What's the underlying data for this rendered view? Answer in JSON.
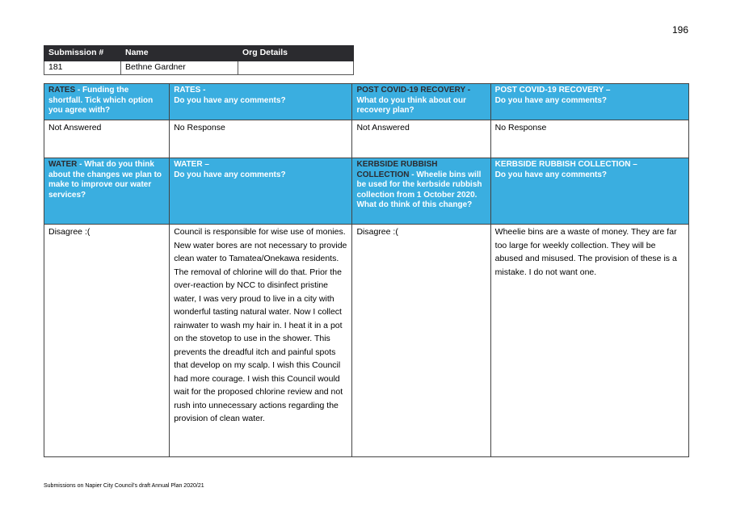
{
  "page_number": "196",
  "submission_table": {
    "headers": [
      "Submission #",
      "Name",
      "Org Details"
    ],
    "values": [
      "181",
      "Bethne Gardner",
      ""
    ]
  },
  "questions": {
    "rates_funding": {
      "topic": "RATES",
      "question": " - Funding the shortfall. Tick which option you agree with?"
    },
    "rates_comments": {
      "topic": "RATES -",
      "question": "Do you have any comments?"
    },
    "covid_think": {
      "topic": "POST COVID-19 RECOVERY -",
      "question": "What do you think about our recovery plan?"
    },
    "covid_comments": {
      "topic": "POST COVID-19 RECOVERY –",
      "question": "Do you have any comments?"
    },
    "water_think": {
      "topic": "WATER",
      "question": " - What do you think about the changes we plan to make to improve our water services?"
    },
    "water_comments": {
      "topic": "WATER –",
      "question": "Do you have any comments?"
    },
    "kerbside_think": {
      "topic": "KERBSIDE RUBBISH COLLECTION",
      "question": " - Wheelie bins will be used for the kerbside rubbish collection from 1 October 2020. What do think of this change?"
    },
    "kerbside_comments": {
      "topic": "KERBSIDE RUBBISH COLLECTION –",
      "question": "Do you have any comments?"
    }
  },
  "answers": {
    "rates_funding": "Not Answered",
    "rates_comments": "No Response",
    "covid_think": "Not Answered",
    "covid_comments": "No Response",
    "water_think": "Disagree :(",
    "water_comments": "Council is responsible for wise use of monies. New water bores are not necessary to provide clean water to Tamatea/Onekawa residents. The removal of chlorine will do that. Prior the over-reaction by NCC to disinfect pristine water, I was very proud to live in a city with wonderful tasting natural water. Now I collect rainwater to wash my hair in. I heat it in a pot on the stovetop to use in the shower. This prevents the dreadful itch and painful spots that develop on my scalp.  I wish this Council had more courage. I wish this Council would wait for the proposed chlorine review and not rush into unnecessary actions regarding the provision of clean water.",
    "kerbside_think": "Disagree :(",
    "kerbside_comments": "Wheelie bins are a waste of money. They are far too large for weekly collection. They will be abused and misused. The provision of these is a mistake. I do not want one."
  },
  "colors": {
    "header_blue": "#3aaee0",
    "header_dark": "#2b2b2f"
  },
  "footer": "Submissions on Napier City Council's draft Annual Plan 2020/21"
}
